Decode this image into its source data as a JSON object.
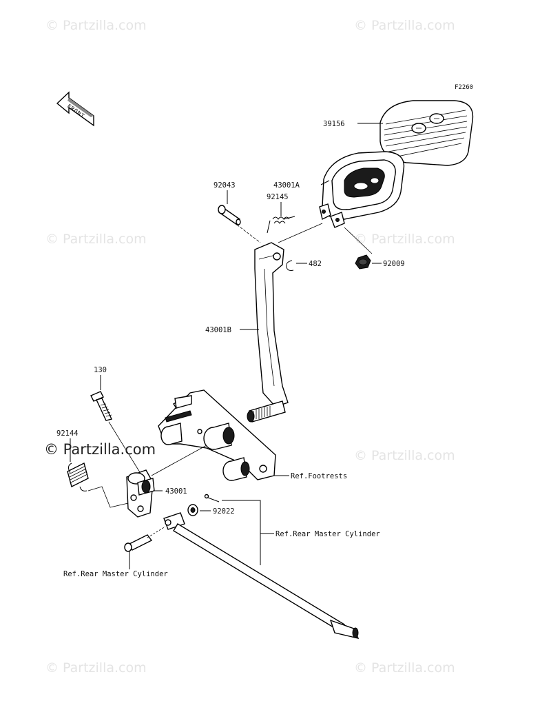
{
  "watermark": {
    "text": "© Partzilla.com",
    "color": "#e4e4e4"
  },
  "figure_code": "F2260",
  "front_indicator": "FRONT",
  "parts": {
    "p39156": "39156",
    "p43001A": "43001A",
    "p92043": "92043",
    "p92145": "92145",
    "p482": "482",
    "p92009": "92009",
    "p43001B": "43001B",
    "p130": "130",
    "p92144": "92144",
    "p43001": "43001",
    "p92022": "92022"
  },
  "references": {
    "footrests": "Ref.Footrests",
    "rear_master_cylinder_right": "Ref.Rear Master Cylinder",
    "rear_master_cylinder_left": "Ref.Rear Master Cylinder"
  }
}
